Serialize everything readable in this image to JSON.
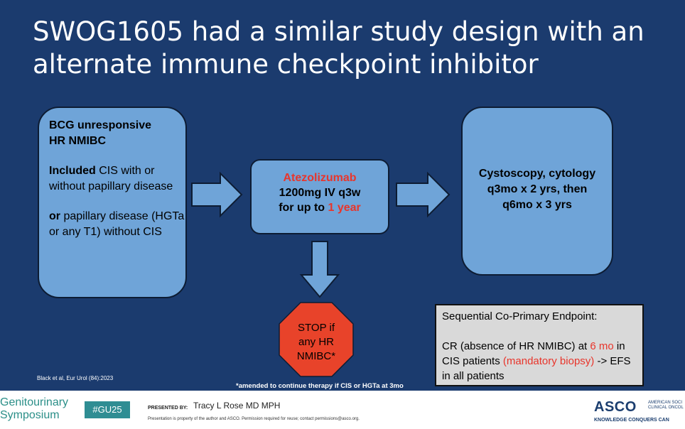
{
  "slide": {
    "title_line1": "SWOG1605 had a similar study design with an",
    "title_line2": "alternate immune checkpoint inhibitor",
    "left_box": {
      "line1": "BCG unresponsive",
      "line2": "HR NMIBC",
      "included_bold": "Included",
      "included_rest": " CIS with or without papillary disease",
      "or_bold": "or",
      "or_rest": " papillary disease (HGTa or any T1) without CIS"
    },
    "mid_box": {
      "drug": "Atezolizumab",
      "dose": "1200mg IV q3w",
      "duration_prefix": "for up to ",
      "duration_value": "1 year"
    },
    "right_box": {
      "line1": "Cystoscopy, cytology",
      "line2": "q3mo x 2 yrs, then",
      "line3": "q6mo x 3 yrs"
    },
    "stop_sign": {
      "line1": "STOP if",
      "line2": "any HR",
      "line3": "NMIBC*"
    },
    "endpoint": {
      "heading": "Sequential Co-Primary Endpoint:",
      "part1": "CR (absence of HR NMIBC) at ",
      "part2": "6 mo",
      "part3": " in CIS patients ",
      "part4": "(mandatory biopsy)",
      "part5": " -> EFS in all patients"
    },
    "citation": "Black et al, Eur Urol (84):2023",
    "amendment": "*amended to continue therapy if CIS or HGTa at 3mo"
  },
  "footer": {
    "meeting_line1": "Genitourinary",
    "meeting_line2": "Symposium",
    "hashtag": "#GU25",
    "presented_by_label": "PRESENTED BY:",
    "presenter": "Tracy L Rose MD MPH",
    "permission_note": "Presentation is property of the author and ASCO. Permission required for reuse; contact permissions@asco.org.",
    "asco_logo": "ASCO",
    "asco_side": "AMERICAN SOCI CLINICAL ONCOL",
    "asco_tagline": "KNOWLEDGE CONQUERS CAN"
  },
  "colors": {
    "background": "#1b3b6e",
    "box_fill": "#6fa4d8",
    "accent_red": "#e8352b",
    "stop_red": "#e8432a"
  }
}
